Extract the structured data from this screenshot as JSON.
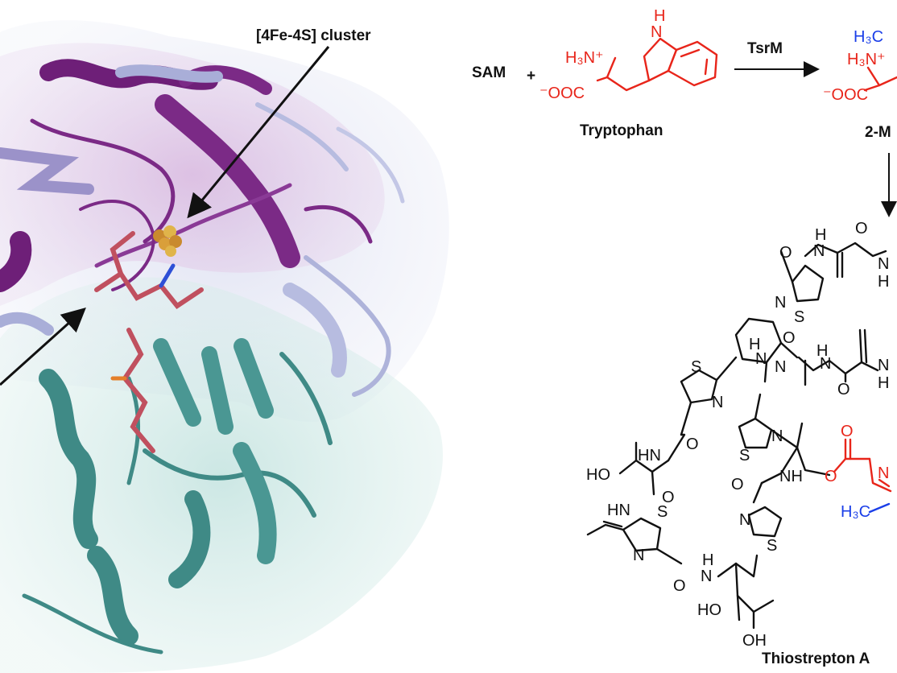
{
  "protein": {
    "cluster_label": "[4Fe-4S] cluster"
  },
  "scheme": {
    "reactant_left": "SAM",
    "plus": "+",
    "enzyme": "TsrM",
    "substrate_name": "Tryptophan",
    "product_name_partial": "2-M",
    "final_product_name": "Thiostrepton A",
    "atoms": {
      "NH_indole": "H",
      "N_indole": "N",
      "H3N_plus": "H₃N⁺",
      "OOC_minus": "⁻OOC",
      "H3C": "H₃C",
      "S": "S",
      "N": "N",
      "H": "H",
      "O": "O",
      "HO": "HO",
      "HN": "HN",
      "NH": "NH",
      "OH": "OH"
    },
    "colors": {
      "amino_acid": "#e8251a",
      "methyl": "#1a3ee8",
      "protein_purple": "#6e1f78",
      "protein_teal": "#3f8a86",
      "protein_lavender": "#b7bce0"
    }
  }
}
